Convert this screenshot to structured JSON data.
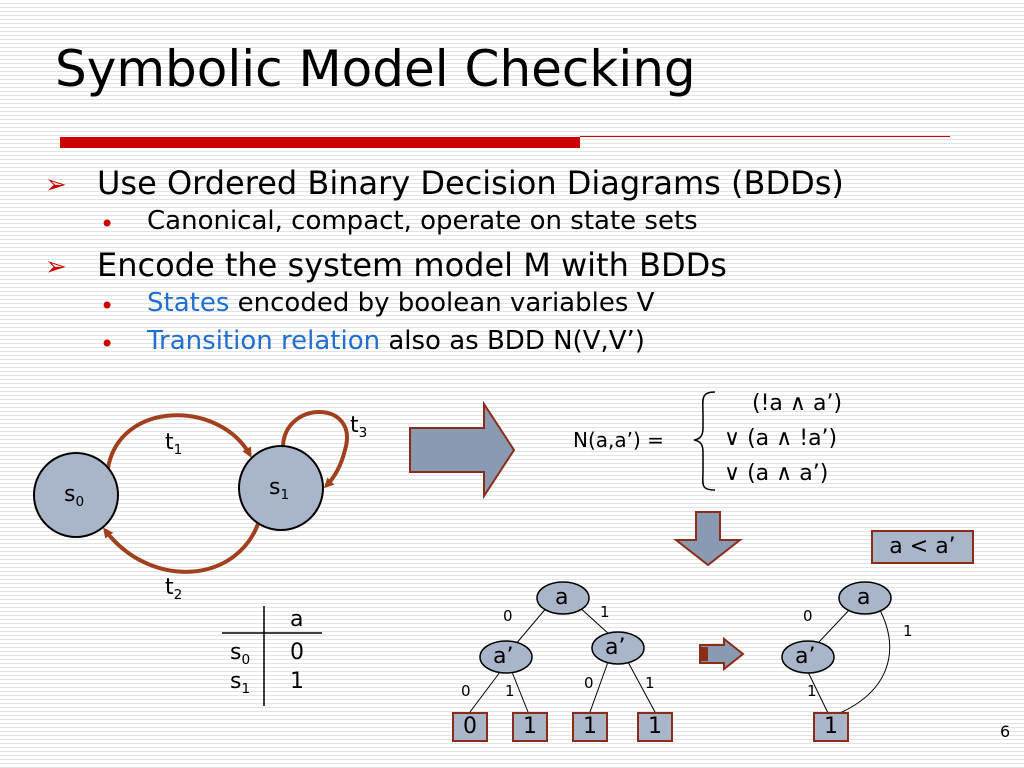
{
  "title": "Symbolic Model Checking",
  "bullets": [
    {
      "text": "Use Ordered Binary Decision Diagrams (BDDs)",
      "sub": [
        {
          "pre": "Canonical, compact, operate on state sets"
        }
      ]
    },
    {
      "text": "Encode the system model M with BDDs",
      "sub": [
        {
          "hl": "States",
          "rest": " encoded by boolean variables V"
        },
        {
          "hl": "Transition relation",
          "rest": " also as BDD N(V,V’)"
        }
      ]
    }
  ],
  "state_graph": {
    "s0": {
      "base": "s",
      "sub": "0"
    },
    "s1": {
      "base": "s",
      "sub": "1"
    },
    "t1": {
      "base": "t",
      "sub": "1"
    },
    "t2": {
      "base": "t",
      "sub": "2"
    },
    "t3": {
      "base": "t",
      "sub": "3"
    }
  },
  "encoding_table": {
    "header": "a",
    "rows": [
      {
        "state_base": "s",
        "state_sub": "0",
        "value": "0"
      },
      {
        "state_base": "s",
        "state_sub": "1",
        "value": "1"
      }
    ]
  },
  "relation": {
    "lhs": "N(a,a’) =",
    "terms": [
      "(!a ∧ a’)",
      "∨ (a ∧ !a’)",
      "∨ (a ∧ a’)"
    ]
  },
  "order_label": "a < a’",
  "bdd_full": {
    "root": "a",
    "left_node": "a’",
    "right_node": "a’",
    "root_edges": [
      "0",
      "1"
    ],
    "left_edges": [
      "0",
      "1"
    ],
    "right_edges": [
      "0",
      "1"
    ],
    "leaves": [
      "0",
      "1",
      "1",
      "1"
    ]
  },
  "bdd_reduced": {
    "root": "a",
    "node": "a’",
    "edge_low": "0",
    "edge_high": "1",
    "edge_node": "1",
    "leaf": "1"
  },
  "page_number": "6",
  "colors": {
    "accent_red": "#cc0000",
    "highlight_blue": "#1f6fd1",
    "node_fill": "#a9b5c8",
    "arc_brown": "#a0401c",
    "leaf_border": "#8b2c18"
  }
}
